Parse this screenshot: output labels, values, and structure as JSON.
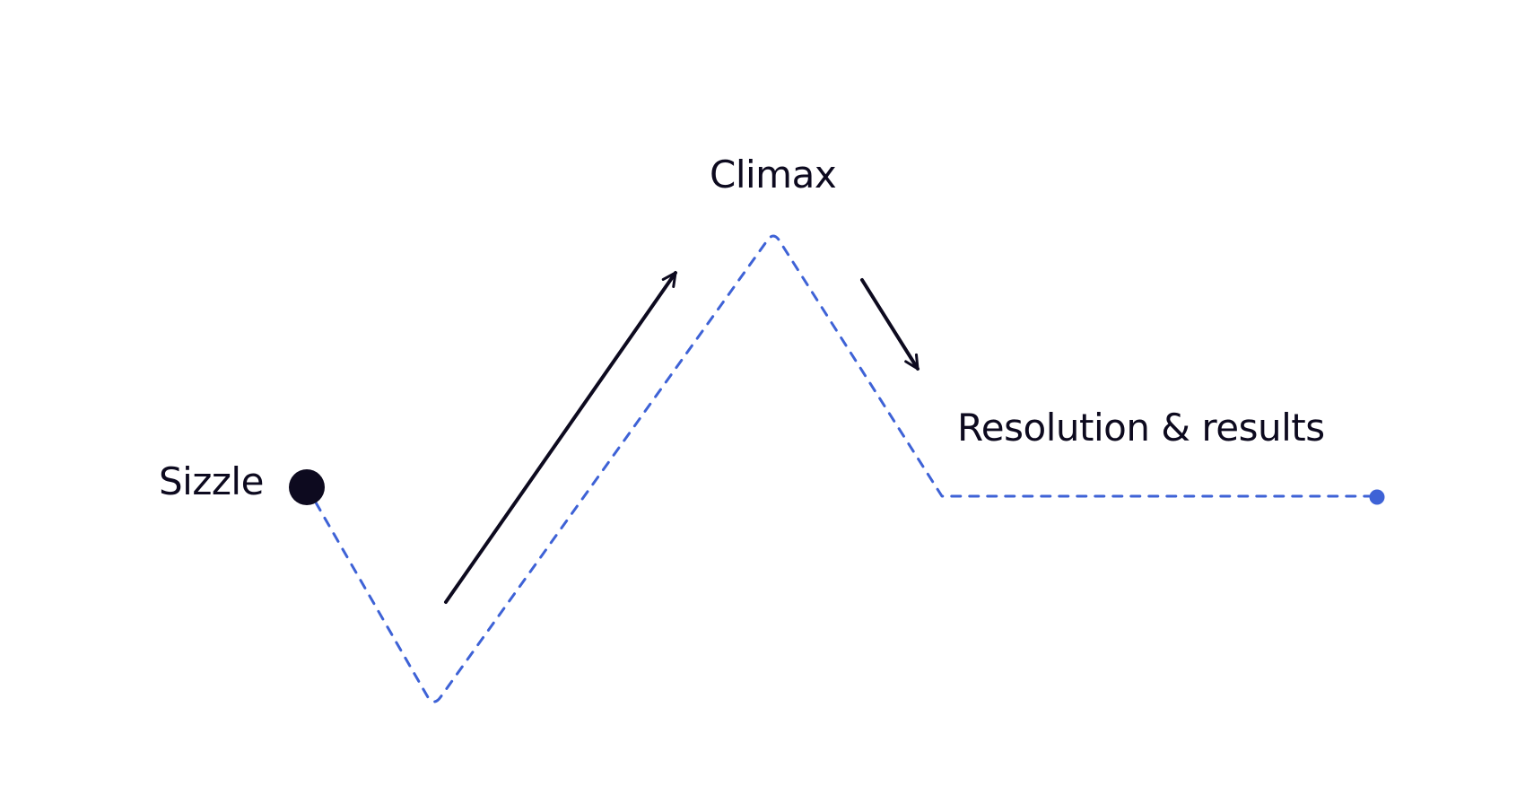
{
  "diagram": {
    "labels": {
      "sizzle": "Sizzle",
      "climax": "Climax",
      "resolution": "Resolution & results"
    },
    "colors": {
      "path": "#3e62d6",
      "arrow": "#0d0a1f",
      "start_dot": "#0d0a1f",
      "end_dot": "#3e62d6",
      "background": "#ffffff"
    }
  }
}
